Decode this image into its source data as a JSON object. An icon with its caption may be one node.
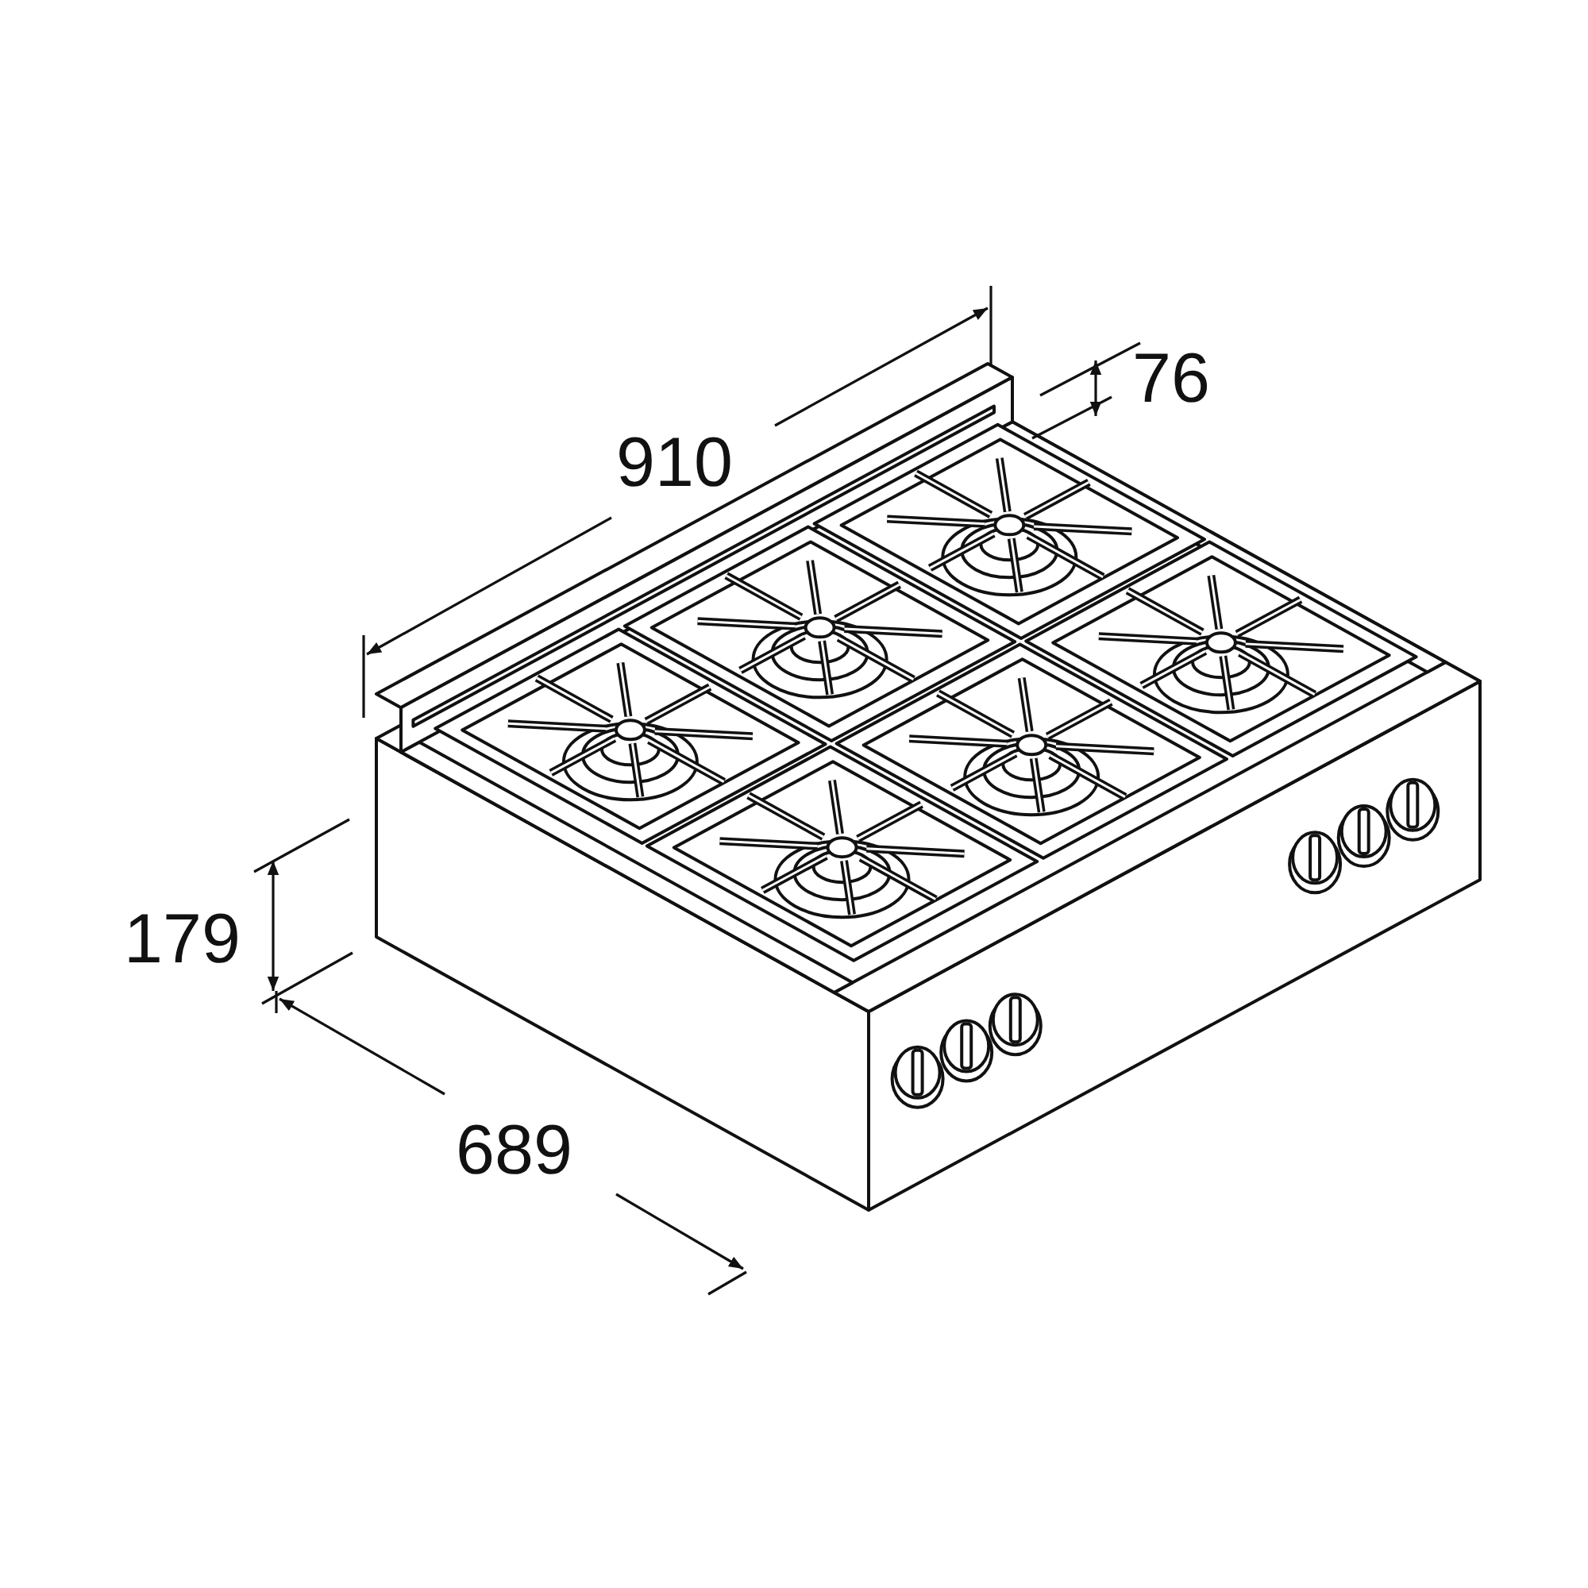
{
  "diagram": {
    "labels": [
      "910",
      "76",
      "179",
      "689"
    ]
  }
}
